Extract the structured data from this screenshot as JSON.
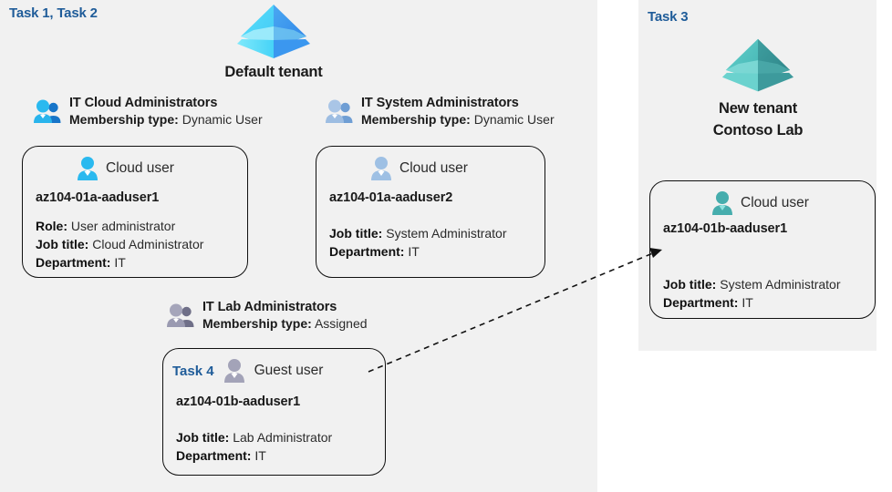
{
  "panels": {
    "left": {
      "task_label": "Task 1, Task 2"
    },
    "right": {
      "task_label": "Task 3"
    }
  },
  "tenants": {
    "default": {
      "name": "Default tenant",
      "icon": "azure-ad-tenant-icon",
      "color": "#37b3f0"
    },
    "new": {
      "name_line1": "New  tenant",
      "name_line2": "Contoso Lab",
      "icon": "azure-ad-tenant-icon",
      "color": "#49b5b2"
    }
  },
  "groups": [
    {
      "id": "cloud",
      "icon": "group-users-icon",
      "name": "IT Cloud Administrators",
      "meta_label": "Membership type:",
      "meta_value": "Dynamic User",
      "color": "#18a0e8"
    },
    {
      "id": "system",
      "icon": "group-users-icon",
      "name": "IT System Administrators",
      "meta_label": "Membership type:",
      "meta_value": "Dynamic User",
      "color": "#8fb4dd"
    },
    {
      "id": "lab",
      "icon": "group-users-icon",
      "name": "IT Lab Administrators",
      "meta_label": "Membership type:",
      "meta_value": "Assigned",
      "color": "#8b8ba3"
    }
  ],
  "users": [
    {
      "id": "u1",
      "task": "",
      "type_label": "Cloud user",
      "icon": "cloud-user-icon",
      "icon_color": "#27b7e8",
      "username": "az104-01a-aaduser1",
      "attrs": [
        {
          "label": "Role:",
          "value": "User administrator"
        },
        {
          "label": "Job title:",
          "value": "Cloud Administrator"
        },
        {
          "label": "Department:",
          "value": "IT"
        }
      ]
    },
    {
      "id": "u2",
      "task": "",
      "type_label": "Cloud user",
      "icon": "cloud-user-icon",
      "icon_color": "#93b6dd",
      "username": "az104-01a-aaduser2",
      "attrs": [
        {
          "label": "Job title:",
          "value": "System Administrator"
        },
        {
          "label": "Department:",
          "value": "IT"
        }
      ]
    },
    {
      "id": "u3",
      "task": "Task 4",
      "type_label": "Guest user",
      "icon": "guest-user-icon",
      "icon_color": "#9a9ab0",
      "username": "az104-01b-aaduser1",
      "attrs": [
        {
          "label": "Job title:",
          "value": "Lab Administrator"
        },
        {
          "label": "Department:",
          "value": "IT"
        }
      ]
    },
    {
      "id": "u4",
      "task": "",
      "type_label": "Cloud user",
      "icon": "cloud-user-icon",
      "icon_color": "#46adad",
      "username": "az104-01b-aaduser1",
      "attrs": [
        {
          "label": "Job title:",
          "value": "System Administrator"
        },
        {
          "label": "Department:",
          "value": "IT"
        }
      ]
    }
  ],
  "connector": {
    "name": "guest-invite-arrow",
    "style": "dashed",
    "color": "#111111"
  }
}
